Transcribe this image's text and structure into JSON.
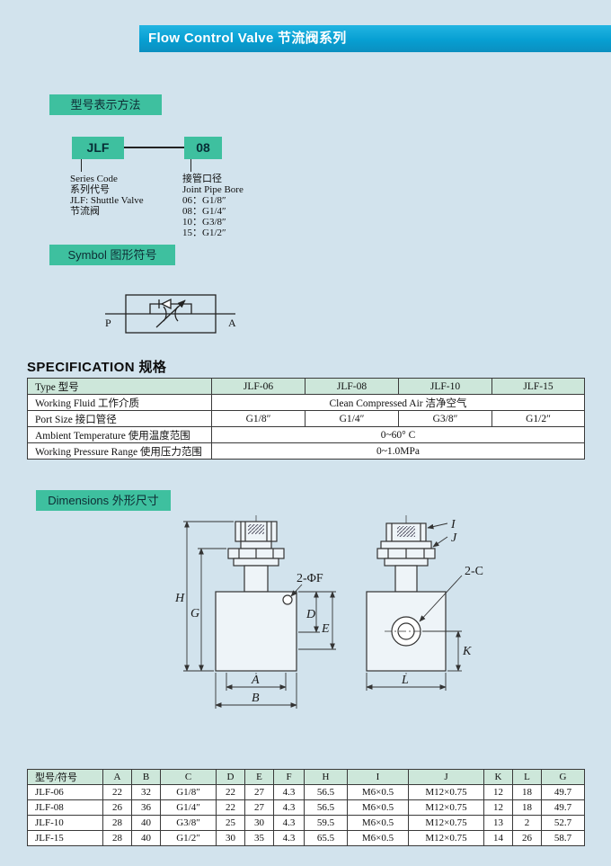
{
  "colors": {
    "page_background": "#d2e3ed",
    "header_bar": "#0aa2d4",
    "section_chip": "#3ec09f",
    "table_header_bg": "#cde7da"
  },
  "header": {
    "title": "Flow Control Valve  节流阀系列"
  },
  "model": {
    "section_label": "型号表示方法",
    "series_code": "JLF",
    "size_code": "08",
    "series_desc": [
      "Series Code",
      "系列代号",
      "JLF: Shuttle Valve",
      "节流阀"
    ],
    "size_desc": [
      "接管口径",
      "Joint Pipe Bore",
      "06：G1/8″",
      "08：G1/4″",
      "10：G3/8″",
      "15：G1/2″"
    ]
  },
  "symbol": {
    "section_label": "Symbol 图形符号",
    "port_p": "P",
    "port_a": "A"
  },
  "specification": {
    "title": "SPECIFICATION 规格",
    "table": {
      "header": [
        "Type 型号",
        "JLF-06",
        "JLF-08",
        "JLF-10",
        "JLF-15"
      ],
      "rows": [
        [
          {
            "text": "Working Fluid 工作介质"
          },
          {
            "text": "Clean Compressed Air  洁净空气",
            "span": 4
          }
        ],
        [
          {
            "text": "Port Size 接口管径"
          },
          {
            "text": "G1/8″"
          },
          {
            "text": "G1/4″"
          },
          {
            "text": "G3/8″"
          },
          {
            "text": "G1/2″"
          }
        ],
        [
          {
            "text": "Ambient Temperature 使用温度范围"
          },
          {
            "text": "0~60° C",
            "span": 4
          }
        ],
        [
          {
            "text": "Working Pressure Range 使用压力范围"
          },
          {
            "text": "0~1.0MPa",
            "span": 4
          }
        ]
      ]
    }
  },
  "dimensions": {
    "section_label": "Dimensions 外形尺寸",
    "labels": {
      "H": "H",
      "G": "G",
      "D": "D",
      "E": "E",
      "A": "A",
      "B": "B",
      "F": "2-ΦF",
      "I": "I",
      "J": "J",
      "C": "2-C",
      "K": "K",
      "L": "L"
    }
  },
  "dim_table": {
    "header": [
      "型号/符号",
      "A",
      "B",
      "C",
      "D",
      "E",
      "F",
      "H",
      "I",
      "J",
      "K",
      "L",
      "G"
    ],
    "rows": [
      [
        "JLF-06",
        "22",
        "32",
        "G1/8″",
        "22",
        "27",
        "4.3",
        "56.5",
        "M6×0.5",
        "M12×0.75",
        "12",
        "18",
        "49.7"
      ],
      [
        "JLF-08",
        "26",
        "36",
        "G1/4″",
        "22",
        "27",
        "4.3",
        "56.5",
        "M6×0.5",
        "M12×0.75",
        "12",
        "18",
        "49.7"
      ],
      [
        "JLF-10",
        "28",
        "40",
        "G3/8″",
        "25",
        "30",
        "4.3",
        "59.5",
        "M6×0.5",
        "M12×0.75",
        "13",
        "2",
        "52.7"
      ],
      [
        "JLF-15",
        "28",
        "40",
        "G1/2″",
        "30",
        "35",
        "4.3",
        "65.5",
        "M6×0.5",
        "M12×0.75",
        "14",
        "26",
        "58.7"
      ]
    ]
  }
}
